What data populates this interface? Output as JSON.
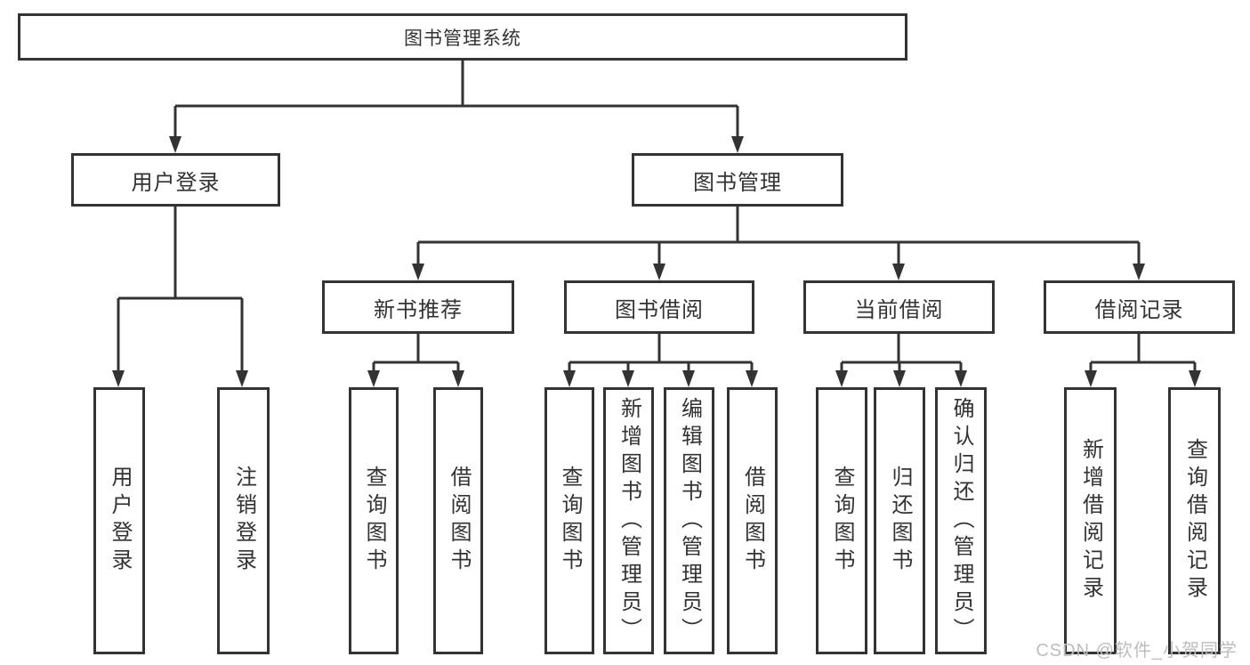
{
  "tree": {
    "label": "图书管理系统",
    "children": [
      {
        "label": "用户登录",
        "children": [
          {
            "label": "用户登录"
          },
          {
            "label": "注销登录"
          }
        ]
      },
      {
        "label": "图书管理",
        "children": [
          {
            "label": "新书推荐",
            "children": [
              {
                "label": "查询图书"
              },
              {
                "label": "借阅图书"
              }
            ]
          },
          {
            "label": "图书借阅",
            "children": [
              {
                "label": "查询图书"
              },
              {
                "label": "新增图书（管理员）"
              },
              {
                "label": "编辑图书（管理员）"
              },
              {
                "label": "借阅图书"
              }
            ]
          },
          {
            "label": "当前借阅",
            "children": [
              {
                "label": "查询图书"
              },
              {
                "label": "归还图书"
              },
              {
                "label": "确认归还（管理员）"
              }
            ]
          },
          {
            "label": "借阅记录",
            "children": [
              {
                "label": "新增借阅记录"
              },
              {
                "label": "查询借阅记录"
              }
            ]
          }
        ]
      }
    ]
  },
  "watermark": "CSDN @软件_小贺同学",
  "colors": {
    "line": "#333333",
    "box_border": "#333333",
    "box_background": "#ffffff",
    "text": "#333333",
    "watermark": "#bdbdbd",
    "page_background": "#ffffff"
  }
}
